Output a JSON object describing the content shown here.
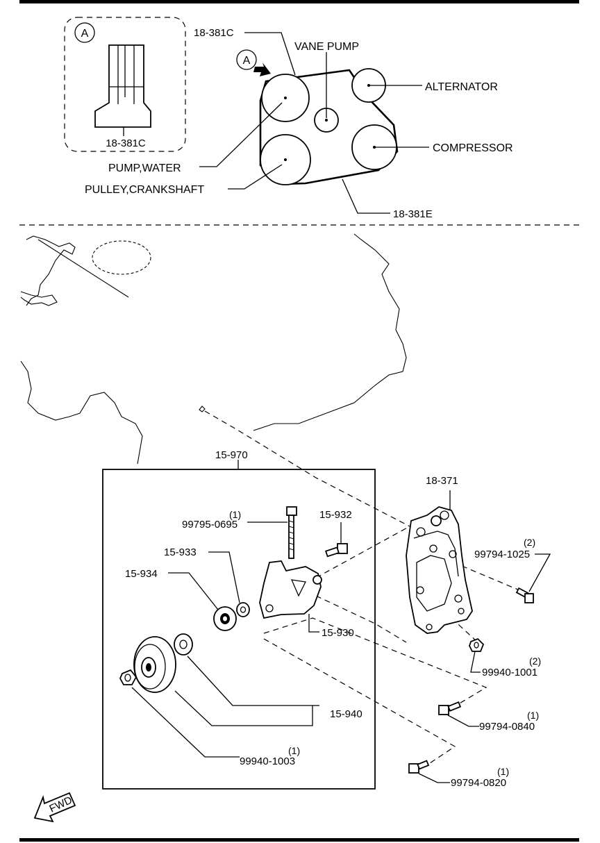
{
  "belt_view": {
    "callout_letter": "A",
    "detail_letter": "A",
    "detail_part": "18-381C",
    "belt_upper": "18-381C",
    "vane_pump": "VANE PUMP",
    "alternator": "ALTERNATOR",
    "compressor": "COMPRESSOR",
    "pump_water": "PUMP,WATER",
    "pulley_crankshaft": "PULLEY,CRANKSHAFT",
    "belt_lower": "18-381E"
  },
  "assembly": {
    "kit": "15-970",
    "bracket_main": "18-371",
    "bolt_top_qty": "(1)",
    "bolt_top": "99795-0695",
    "stud": "15-932",
    "washer": "15-933",
    "spacer": "15-934",
    "bracket": "15-930",
    "pulley": "15-940",
    "nut_qty": "(1)",
    "nut": "99940-1003",
    "bolt_right_qty": "(2)",
    "bolt_right": "99794-1025",
    "nut_right_qty": "(2)",
    "nut_right": "99940-1001",
    "bolt_mid_qty": "(1)",
    "bolt_mid": "99794-0840",
    "bolt_low_qty": "(1)",
    "bolt_low": "99794-0820",
    "fwd": "FWD"
  }
}
